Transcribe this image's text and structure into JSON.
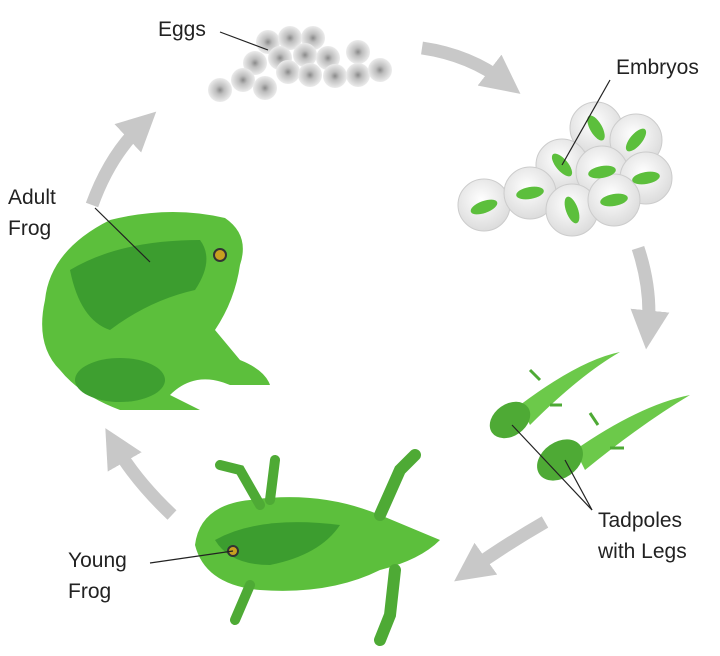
{
  "stages": {
    "eggs": "Eggs",
    "embryos": "Embryos",
    "tadpoles": [
      "Tadpoles",
      "with Legs"
    ],
    "young_frog": [
      "Young",
      "Frog"
    ],
    "adult_frog": [
      "Adult",
      "Frog"
    ]
  },
  "colors": {
    "arrow": "#c8c8c8",
    "frog_light": "#6cc94a",
    "frog_dark": "#2f8f2a",
    "egg": "#d9d9d9"
  }
}
